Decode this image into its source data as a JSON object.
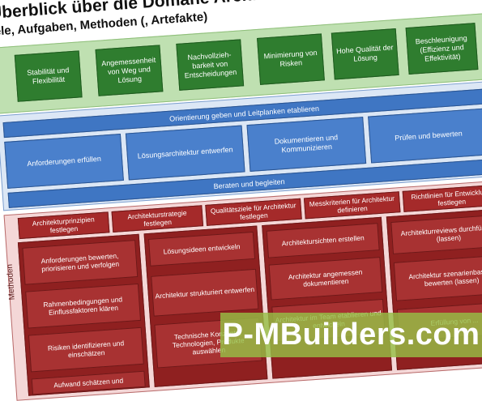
{
  "title": "Überblick über die Domäne Architektur",
  "subtitle": "iele, Aufgaben, Methoden (, Artefakte)",
  "goals": [
    "Stabilität und Flexibilität",
    "Angemessenheit von Weg und Lösung",
    "Nachvollzieh-barkeit von Entscheidungen",
    "Minimierung von Risken",
    "Hohe Qualität der Lösung",
    "Beschleunigung (Effizienz und Effektivität)"
  ],
  "tasks": {
    "top_bar": "Orientierung geben und Leitplanken etablieren",
    "boxes": [
      "Anforderungen erfüllen",
      "Lösungsarchitektur entwerfen",
      "Dokumentieren und Kommunizieren",
      "Prüfen und bewerten"
    ],
    "bottom_bar": "Beraten und begleiten"
  },
  "methods": {
    "side_label": "Methoden",
    "headers": [
      "Architekturprinzipien festlegen",
      "Architekturstrategie festlegen",
      "Qualitätsziele für Architektur festlegen",
      "Messkriterien für Architektur definieren",
      "Richtlinien für Entwicklung festlegen"
    ],
    "columns": [
      [
        "Anforderungen bewerten, priorisieren und verfolgen",
        "Rahmenbedingungen und Einflussfaktoren klären",
        "Risiken identifizieren und einschätzen"
      ],
      [
        "Lösungsideen entwickeln",
        "Architektur strukturiert entwerfen",
        "Technische Konzepte, Technologien, Produkte auswählen"
      ],
      [
        "Architektursichten erstellen",
        "Architektur angemessen dokumentieren",
        "Architektur im Team etablieren und entwickeln"
      ],
      [
        "Architekturreviews durchführen (lassen)",
        "Architektur szenarienbasiert bewerten (lassen)",
        "Erfüllung von ..."
      ]
    ],
    "bottom_fragment": "Aufwand schätzen und"
  },
  "watermark": "P-MBuilders.com"
}
